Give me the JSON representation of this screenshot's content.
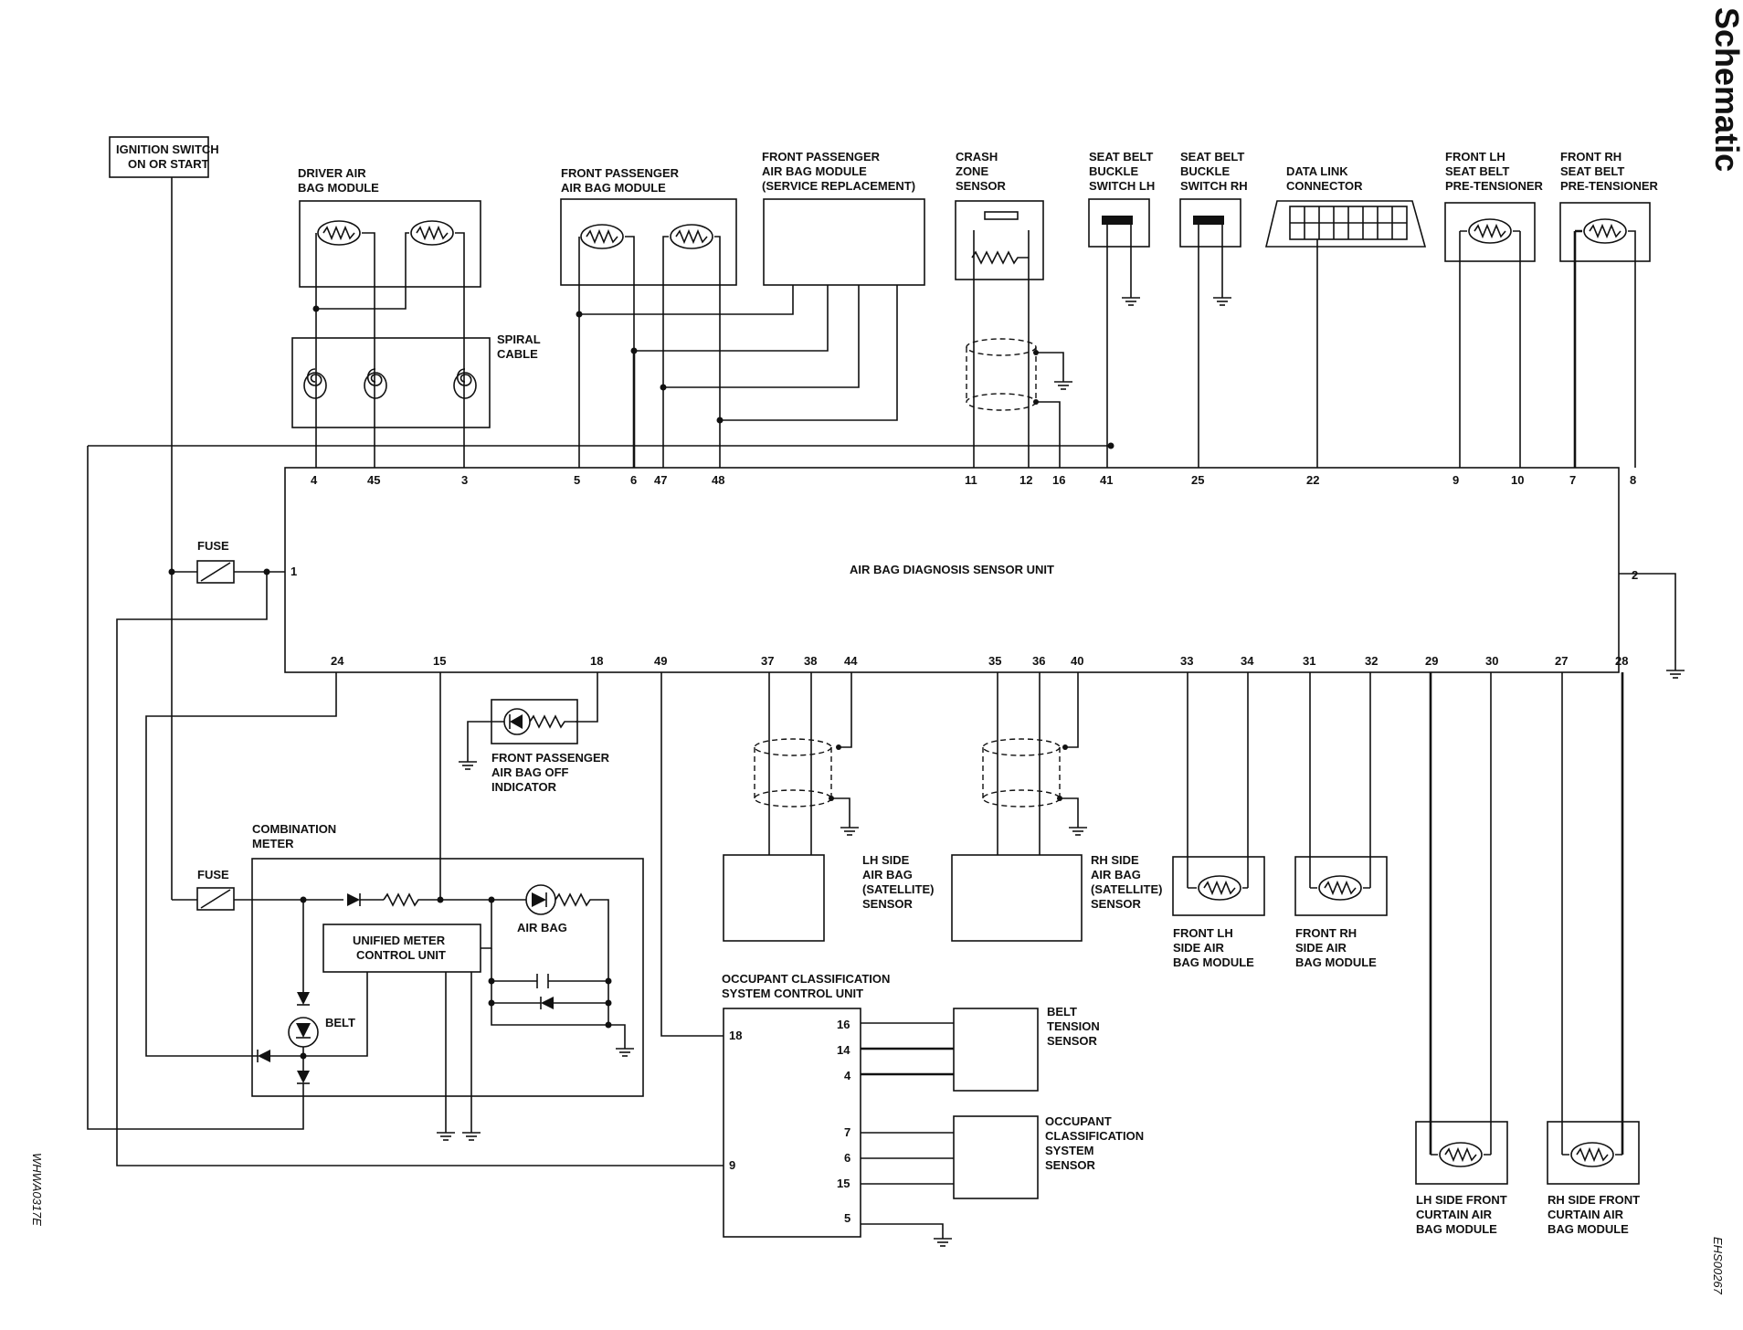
{
  "page_title": "Schematic",
  "figure_code_left": "WHWA0317E",
  "figure_code_right": "EHS00267",
  "components": {
    "ignition_switch": [
      "IGNITION SWITCH",
      "ON OR START"
    ],
    "driver_airbag": [
      "DRIVER AIR",
      "BAG MODULE"
    ],
    "spiral_cable": [
      "SPIRAL",
      "CABLE"
    ],
    "front_passenger_airbag": [
      "FRONT PASSENGER",
      "AIR BAG MODULE"
    ],
    "front_passenger_airbag_service": [
      "FRONT PASSENGER",
      "AIR BAG MODULE",
      "(SERVICE REPLACEMENT)"
    ],
    "crash_zone_sensor": [
      "CRASH",
      "ZONE",
      "SENSOR"
    ],
    "seat_belt_buckle_lh": [
      "SEAT BELT",
      "BUCKLE",
      "SWITCH LH"
    ],
    "seat_belt_buckle_rh": [
      "SEAT BELT",
      "BUCKLE",
      "SWITCH RH"
    ],
    "data_link_connector": [
      "DATA LINK",
      "CONNECTOR"
    ],
    "front_lh_pretensioner": [
      "FRONT LH",
      "SEAT BELT",
      "PRE-TENSIONER"
    ],
    "front_rh_pretensioner": [
      "FRONT RH",
      "SEAT BELT",
      "PRE-TENSIONER"
    ],
    "diagnosis_unit": "AIR BAG DIAGNOSIS SENSOR UNIT",
    "fuse": "FUSE",
    "front_passenger_off_indicator": [
      "FRONT PASSENGER",
      "AIR BAG OFF",
      "INDICATOR"
    ],
    "combination_meter": [
      "COMBINATION",
      "METER"
    ],
    "unified_meter": [
      "UNIFIED METER",
      "CONTROL UNIT"
    ],
    "air_bag_lamp": "AIR BAG",
    "belt_lamp": "BELT",
    "ocs_control_unit": [
      "OCCUPANT CLASSIFICATION",
      "SYSTEM CONTROL UNIT"
    ],
    "belt_tension_sensor": [
      "BELT",
      "TENSION",
      "SENSOR"
    ],
    "ocs_sensor": [
      "OCCUPANT",
      "CLASSIFICATION",
      "SYSTEM",
      "SENSOR"
    ],
    "lh_satellite": [
      "LH SIDE",
      "AIR BAG",
      "(SATELLITE)",
      "SENSOR"
    ],
    "rh_satellite": [
      "RH SIDE",
      "AIR BAG",
      "(SATELLITE)",
      "SENSOR"
    ],
    "front_lh_side_airbag": [
      "FRONT LH",
      "SIDE AIR",
      "BAG MODULE"
    ],
    "front_rh_side_airbag": [
      "FRONT RH",
      "SIDE AIR",
      "BAG MODULE"
    ],
    "lh_curtain": [
      "LH SIDE FRONT",
      "CURTAIN AIR",
      "BAG MODULE"
    ],
    "rh_curtain": [
      "RH SIDE FRONT",
      "CURTAIN AIR",
      "BAG MODULE"
    ]
  },
  "pins": {
    "top": [
      "4",
      "45",
      "3",
      "5",
      "6",
      "47",
      "48",
      "11",
      "12",
      "16",
      "41",
      "25",
      "22",
      "9",
      "10",
      "7",
      "8"
    ],
    "left": "1",
    "right": "2",
    "bottom": [
      "24",
      "15",
      "18",
      "49",
      "37",
      "38",
      "44",
      "35",
      "36",
      "40",
      "33",
      "34",
      "31",
      "32",
      "29",
      "30",
      "27",
      "28"
    ],
    "ocs_unit": [
      "18",
      "16",
      "14",
      "4",
      "7",
      "6",
      "15",
      "5",
      "9"
    ]
  }
}
